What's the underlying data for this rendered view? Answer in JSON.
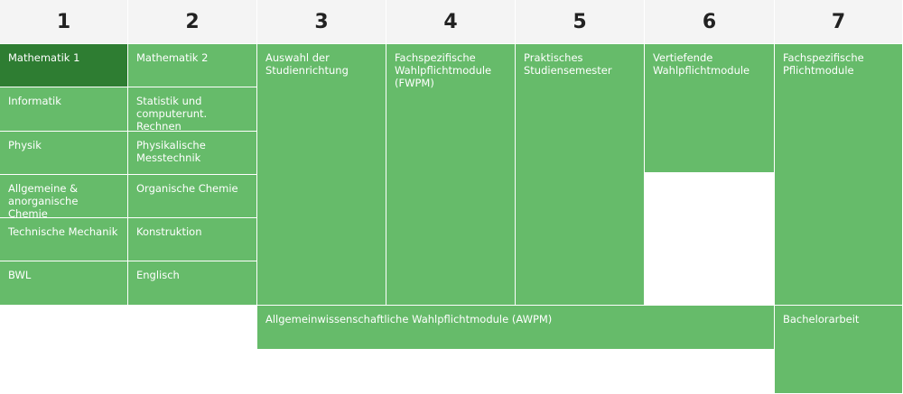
{
  "semesters": [
    "1",
    "2",
    "3",
    "4",
    "5",
    "6",
    "7"
  ],
  "colors": {
    "module": "#66bb6a",
    "active": "#2e7d32",
    "header_bg": "#f4f4f4"
  },
  "sem1": [
    "Mathematik 1",
    "Informatik",
    "Physik",
    "Allgemeine & anorganische Chemie",
    "Technische Mechanik",
    "BWL"
  ],
  "sem2": [
    "Mathematik 2",
    "Statistik und computerunt. Rechnen",
    "Physikalische Messtechnik",
    "Organische Chemie",
    "Konstruktion",
    "Englisch"
  ],
  "sem3": "Auswahl der Studienrichtung",
  "sem4": "Fachspezifische Wahlpflichtmodule (FWPM)",
  "sem5": "Praktisches Studiensemester",
  "sem6": "Vertiefende Wahlpflichtmodule",
  "sem7": "Fachspezifische Pflichtmodule",
  "awpm": "Allgemeinwissenschaftliche Wahlpflichtmodule (AWPM)",
  "thesis": "Bachelorarbeit"
}
